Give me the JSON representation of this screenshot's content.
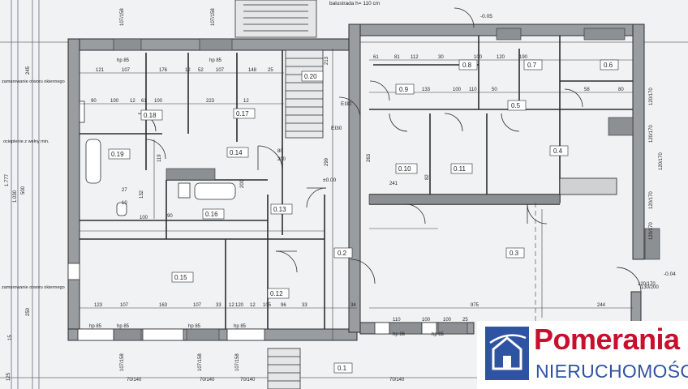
{
  "logo": {
    "brand": "Pomerania",
    "tagline": "NIERUCHOMOŚCI"
  },
  "rooms": [
    {
      "id": "0.1",
      "label": "0.1"
    },
    {
      "id": "0.2",
      "label": "0.2"
    },
    {
      "id": "0.3",
      "label": "0.3"
    },
    {
      "id": "0.4",
      "label": "0.4"
    },
    {
      "id": "0.5",
      "label": "0.5"
    },
    {
      "id": "0.6",
      "label": "0.6"
    },
    {
      "id": "0.7",
      "label": "0.7"
    },
    {
      "id": "0.8",
      "label": "0.8"
    },
    {
      "id": "0.9",
      "label": "0.9"
    },
    {
      "id": "0.10",
      "label": "0.10"
    },
    {
      "id": "0.11",
      "label": "0.11"
    },
    {
      "id": "0.12",
      "label": "0.12"
    },
    {
      "id": "0.13",
      "label": "0.13"
    },
    {
      "id": "0.14",
      "label": "0.14"
    },
    {
      "id": "0.15",
      "label": "0.15"
    },
    {
      "id": "0.16",
      "label": "0.16"
    },
    {
      "id": "0.17",
      "label": "0.17"
    },
    {
      "id": "0.18",
      "label": "0.18"
    },
    {
      "id": "0.19",
      "label": "0.19"
    },
    {
      "id": "0.20",
      "label": "0.20"
    }
  ],
  "notes": {
    "window_walling_top": "zamurowanie otworu okiennego",
    "window_walling_bottom": "zamurowanie otworu okiennego",
    "insulation": "ocieplenie z wełny min.",
    "balustrade": "balustrada h= 110 cm",
    "level_zero": "±0.00",
    "level_top": "-0.05",
    "level_right": "-0.04",
    "fire_door_1": "EI30",
    "fire_door_2": "EI30"
  },
  "top_dimensions": [
    "121",
    "107",
    "176",
    "12",
    "52",
    "107",
    "148",
    "25",
    "90",
    "100",
    "12",
    "61",
    "100",
    "223",
    "12",
    "61",
    "81",
    "112",
    "30",
    "100",
    "120",
    "190",
    "58",
    "80"
  ],
  "mid_dimensions": [
    "133",
    "100",
    "110",
    "50",
    "241",
    "82",
    "263",
    "299",
    "213",
    "200",
    "119",
    "132",
    "100",
    "90",
    "80",
    "200"
  ],
  "bottom_dimensions": [
    "123",
    "107",
    "163",
    "107",
    "33",
    "12",
    "120",
    "12",
    "105",
    "96",
    "33",
    "34",
    "975",
    "244",
    "110",
    "100",
    "100",
    "25"
  ],
  "window_labels": [
    "hp 85",
    "hp 85",
    "hp 85",
    "hp 85",
    "hp 85",
    "hp 86",
    "hp 85",
    "hp 85"
  ],
  "opening_labels": [
    "107/158",
    "107/158",
    "107/158",
    "107/158",
    "107/158",
    "70/140",
    "70/140",
    "70/140",
    "70/140",
    "120/170",
    "130/200",
    "120/170",
    "120/170",
    "120/170",
    "120/170",
    "120/170"
  ],
  "wall_dimensions": [
    "1.777",
    "1.030",
    "500",
    "245",
    "250",
    "125",
    "27",
    "10",
    "15"
  ]
}
